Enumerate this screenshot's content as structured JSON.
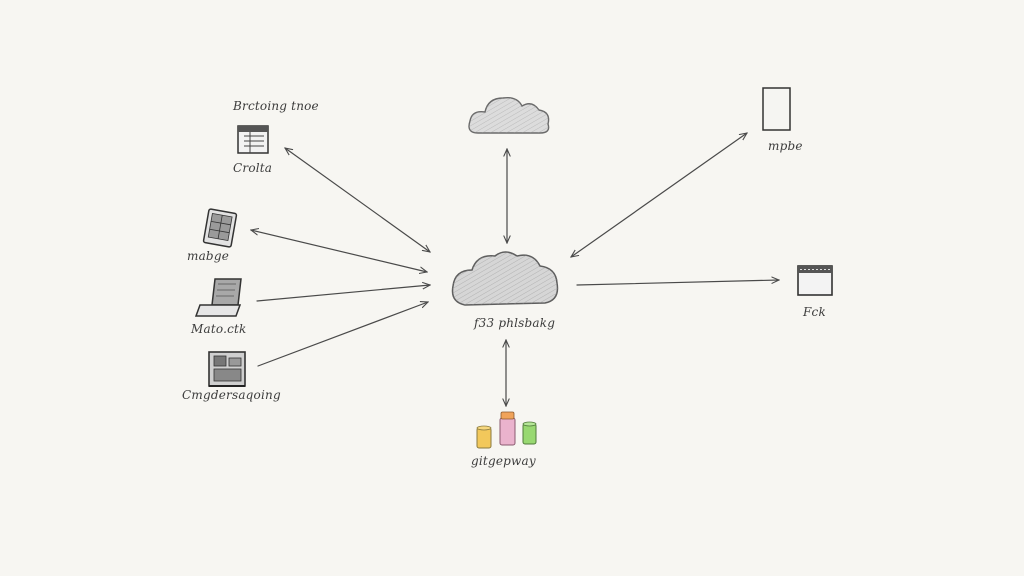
{
  "diagram": {
    "labels": {
      "top_left_heading": "Brctoing tnoe",
      "left_1": "Crolta",
      "left_2": "mabge",
      "left_3": "Mato.ctk",
      "left_4": "Cmgdersaqoing",
      "center_hub": "f33 phlsbakg",
      "right_top": "mpbe",
      "right_mid": "Fck",
      "bottom": "gitgepway"
    },
    "icons": {
      "top_cloud": "cloud-icon",
      "hub_cloud": "cloud-icon",
      "left_1": "window-icon",
      "left_2": "tablet-icon",
      "left_3": "laptop-icon",
      "left_4": "scanner-icon",
      "right_top": "phone-icon",
      "right_mid": "browser-window-icon",
      "bottom": "database-cylinders-icon"
    },
    "colors": {
      "background": "#f7f6f2",
      "pencil": "#4a4a4a",
      "cloud_fill": "#d8d8d8",
      "cylinder_yellow": "#f2c85b",
      "cylinder_pink": "#e8a6c4",
      "cylinder_green": "#8fd36a",
      "cylinder_cap_orange": "#f0a35a"
    }
  }
}
